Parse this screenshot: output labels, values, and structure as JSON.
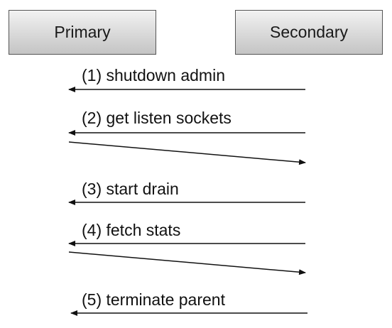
{
  "participants": {
    "primary": "Primary",
    "secondary": "Secondary"
  },
  "messages": [
    {
      "label": "(1) shutdown admin",
      "direction": "secondary-to-primary"
    },
    {
      "label": "(2) get listen sockets",
      "direction": "secondary-to-primary",
      "reply": "primary-to-secondary"
    },
    {
      "label": "(3) start drain",
      "direction": "secondary-to-primary"
    },
    {
      "label": "(4) fetch stats",
      "direction": "secondary-to-primary",
      "reply": "primary-to-secondary"
    },
    {
      "label": "(5) terminate parent",
      "direction": "secondary-to-primary"
    }
  ],
  "colors": {
    "arrow": "#111111",
    "box_border": "#555555",
    "box_fill_top": "#f2f2f2",
    "box_fill_bottom": "#c4c4c4"
  }
}
